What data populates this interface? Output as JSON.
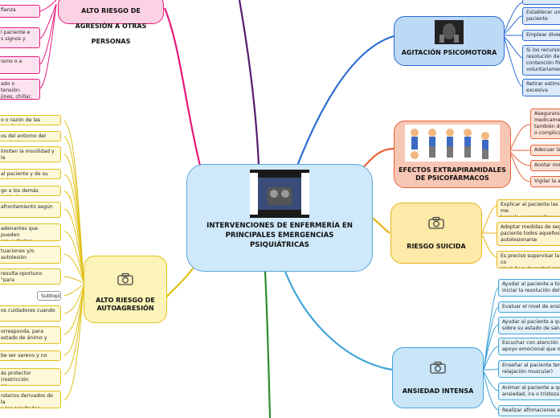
{
  "central": {
    "title": "INTERVENCIONES DE ENFERMERÍA EN PRINCIPALES EMERGENCIAS PSIQUIÁTRICAS",
    "image_icon": "nurses-photo"
  },
  "branches": {
    "agresion_otros": {
      "label": "ALTO RIESGO DE AGRESIÓN A OTRAS PERSONAS",
      "color": "#e8197d",
      "leaves": [
        "fianza",
        "l paciente e\ns signos y",
        "ismo o a",
        "ado o tensión:\njines, chillar,"
      ]
    },
    "agitacion": {
      "label": "AGITACIÓN PSICOMOTORA",
      "color": "#2b6cd4",
      "icon": "agitation-photo",
      "leaves": [
        "Establecer una\npaciente",
        "Emplear divers",
        "Si los recursos\nresolución del\ncontención físi\nvoluntariamen",
        "Retirar estímul\nexcesiva"
      ]
    },
    "efectos": {
      "label": "EFECTOS EXTRAPIRAMIDALES DE PSICOFÁRMACOS",
      "color": "#e9623a",
      "icon": "figures-illustration",
      "leaves": [
        "Asegurarse\nmedicamen\ntambién del\no complicac",
        "Adecuar la",
        "Anotar mod",
        "Vigilar la ap"
      ]
    },
    "suicida": {
      "label": "RIESGO SUICIDA",
      "color": "#e8b416",
      "icon": "camera-icon",
      "leaves": [
        "Explicar al paciente las me\nhacerle comprender que n",
        "Adoptar medidas de segur\npaciente todos aquellos ol\nautolesionarse",
        "Es preciso supervisar la co\nnivel de autocontrol sea ad"
      ]
    },
    "ansiedad": {
      "label": "ANSIEDAD INTENSA",
      "color": "#3fa3d8",
      "icon": "camera-icon",
      "leaves": [
        "Ayudar al paciente a tom\niniciar la resolución del p",
        "Evaluar el nivel de ansied",
        "Ayudar al paciente a que\nsobre su estado de salud",
        "Escuchar con atención y\napoyo emocional que nec",
        "Enseñar al paciente terap\nrelajación muscular)",
        "Animar al paciente a que\nansiedad, ira o tristeza",
        "Realizar afirmaciones em"
      ]
    },
    "autoagresion": {
      "label": "ALTO RIESGO DE AUTOAGRESIÓN",
      "color": "#e0c11a",
      "icon": "camera-icon",
      "subtopic": "Subtopic",
      "leaves": [
        "o o razón de las conductas",
        "os del entorno del paciente",
        "limiten la movilidad y la",
        "al paciente y de su entorno",
        "go a los demás cuidadores",
        "afrontamiento según",
        "adenantes que pueden\nara evitarlas",
        "tuaciones y/o\nautolesión",
        "resulta oportuno \"para",
        "os cuidadores cuando",
        "orresponda, para\nestado de ánimo y",
        "be ser sereno y no punitivo",
        "ás protector (restricción\nos impulsos/conductas de",
        "ndarios derivados de la\ny los resultados"
      ]
    }
  }
}
